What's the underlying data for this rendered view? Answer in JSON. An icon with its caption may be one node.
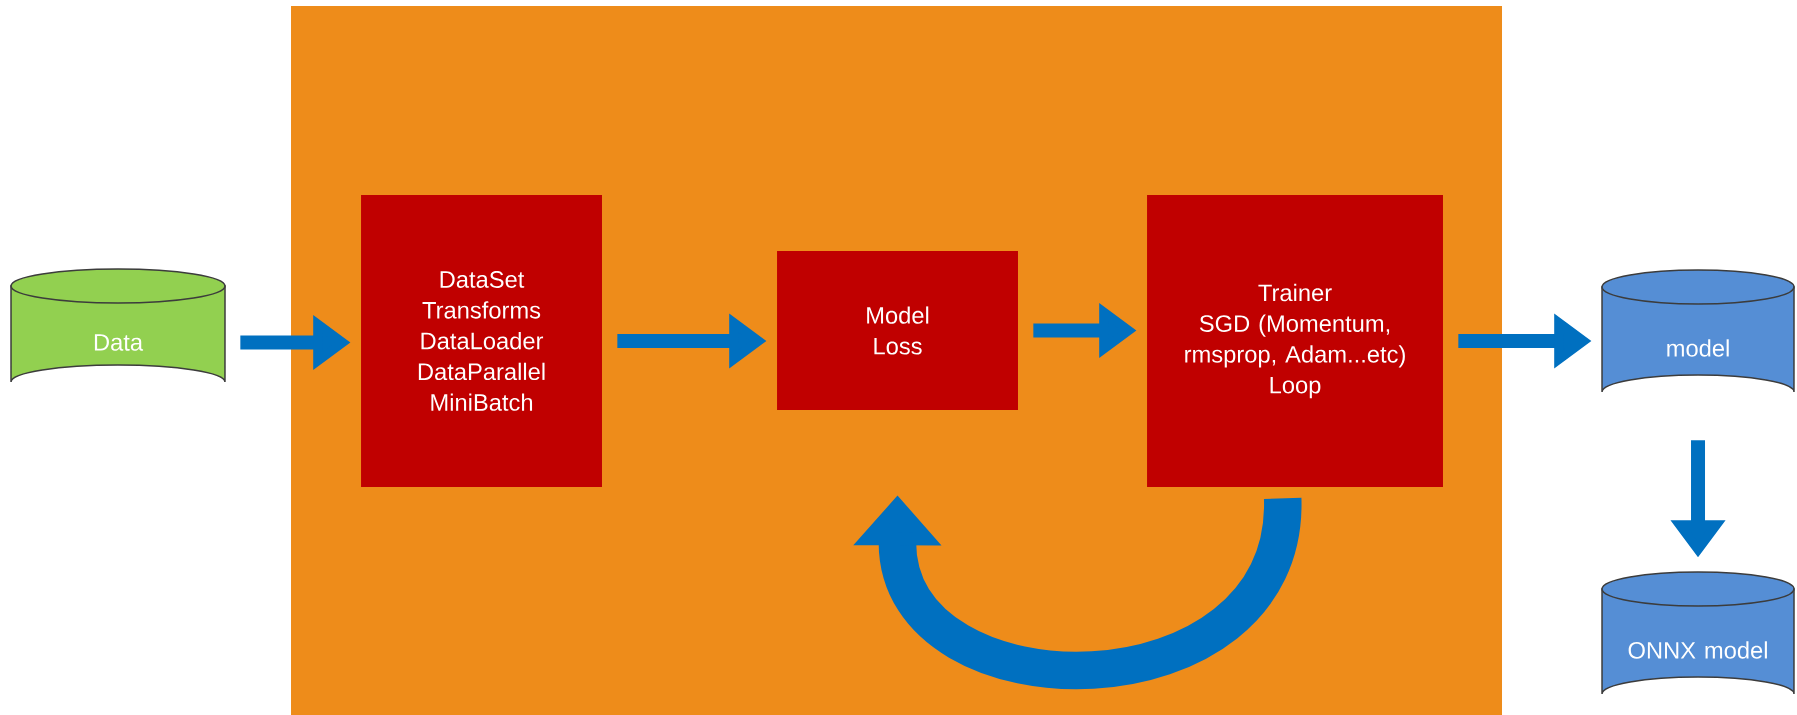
{
  "diagram": {
    "nodes": [
      {
        "text": [
          "Data"
        ]
      },
      {
        "text": [
          "DataSet",
          "Transforms",
          "DataLoader",
          "DataParallel",
          "MiniBatch"
        ]
      },
      {
        "text": [
          "Model",
          "Loss"
        ]
      },
      {
        "text": [
          "Trainer",
          "SGD (Momentum, rmsprop, Adam...etc)",
          "Loop"
        ]
      },
      {
        "text": [
          "model"
        ]
      },
      {
        "text": [
          "ONNX model"
        ]
      }
    ],
    "edges": [
      {
        "from": 0,
        "to": 1,
        "arrow": "to"
      },
      {
        "from": 1,
        "to": 2,
        "arrow": "to"
      },
      {
        "from": 2,
        "to": 3,
        "arrow": "to"
      },
      {
        "from": 3,
        "to": 4,
        "arrow": "to"
      },
      {
        "from": 4,
        "to": 5,
        "arrow": "to"
      },
      {
        "from": 3,
        "to": 2,
        "arrow": "to",
        "style": "thick"
      }
    ]
  }
}
